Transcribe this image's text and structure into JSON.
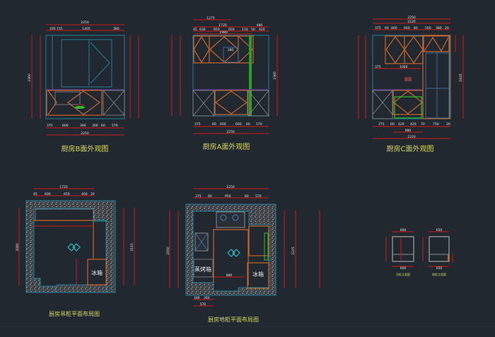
{
  "colors": {
    "background": "#212830",
    "dimension": "#d01818",
    "wall": "#1e7e9a",
    "cabinet": "#c8662a",
    "title": "#d8d860"
  },
  "elevation_b": {
    "title": "厨房B面外观图",
    "top_total": "2250",
    "top_dims": [
      "195",
      "155",
      "1405",
      "380"
    ],
    "bottom_dims": [
      "375",
      "600",
      "390",
      "300",
      "60",
      "570"
    ],
    "bottom_total": "2250",
    "left_total": "2360"
  },
  "elevation_a": {
    "title": "厨房A面外观图",
    "top_dims_1": "1275",
    "top_dims_2": [
      "1720",
      "480"
    ],
    "top_dims_3": [
      "45",
      "630",
      "650",
      "650",
      "110",
      "50",
      "420"
    ],
    "top_sub": "1980",
    "hood": "380",
    "bottom_dims": [
      "375",
      "60",
      "600",
      "600",
      "60",
      "570"
    ],
    "bottom_total": "2250",
    "right_total": "2360"
  },
  "elevation_c": {
    "title": "厨房C面外观图",
    "top_total": "2250",
    "top_total_2": "2220",
    "top_dims": [
      "375",
      "60",
      "800",
      "600",
      "60",
      "500",
      "380",
      "20"
    ],
    "mid_dims": [
      "375",
      "1060"
    ],
    "bottom_dims": [
      "375",
      "60",
      "420",
      "420",
      "70",
      "750",
      "20"
    ],
    "bottom_sub": "980",
    "bottom_total": "2220",
    "right_dim": "1835"
  },
  "plan_wall": {
    "title": "厨房吊柜平面布局图",
    "top_total": "1720",
    "top_dims": [
      "45",
      "600",
      "650",
      "400",
      "20"
    ],
    "left_total": "3080",
    "right_total": "3115",
    "fridge_label": "冰箱"
  },
  "plan_floor": {
    "title": "厨房地柜平面布局图",
    "top_total": "2250",
    "top_dims": [
      "375",
      "60",
      "950",
      "60",
      "570"
    ],
    "bottom_dims": [
      "180",
      "360"
    ],
    "bottom_total": "570",
    "left_total": "2950",
    "right_total": "2225",
    "fridge_label": "冰箱",
    "oven_label": "蒸烤箱",
    "mid_dim": "880"
  },
  "details": [
    {
      "title": "吊柜立面图",
      "width": "600",
      "width_bottom": "600"
    },
    {
      "title": "地柜立面图",
      "width": "650",
      "width_bottom": "650"
    }
  ]
}
